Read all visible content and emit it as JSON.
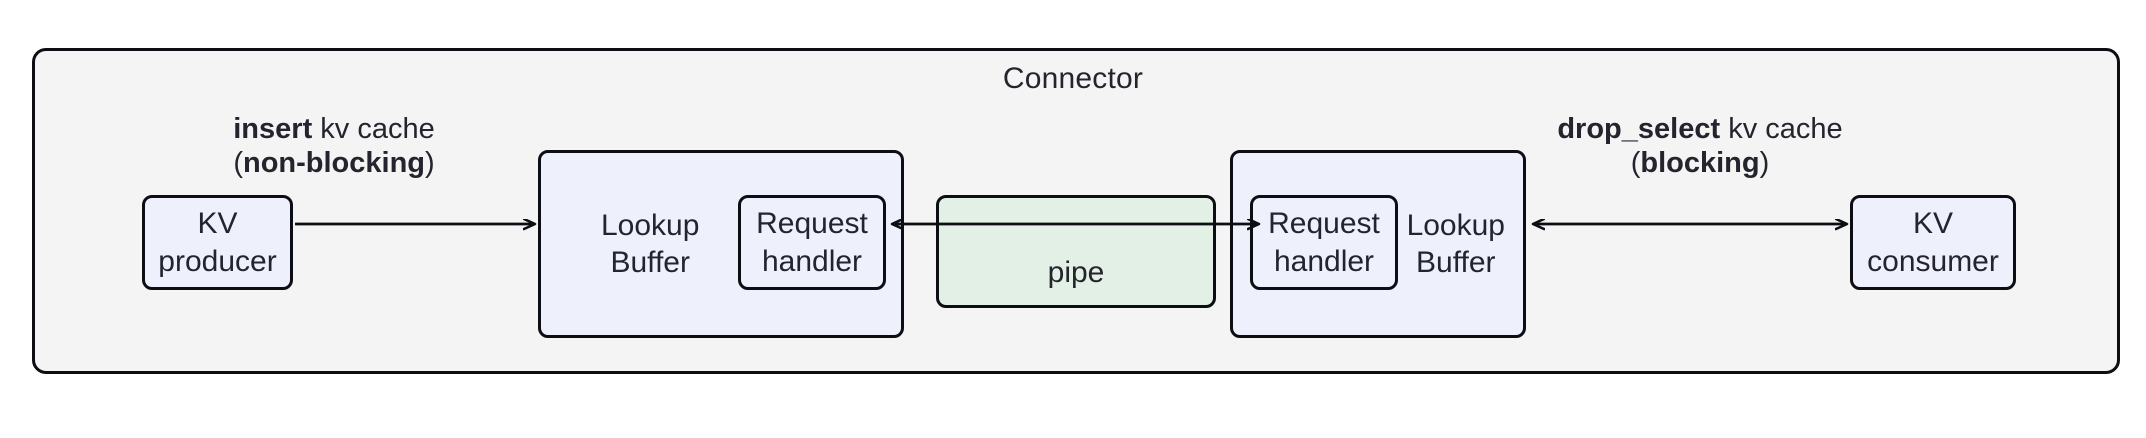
{
  "diagram": {
    "container": {
      "title": "Connector",
      "fill": "#f4f4f4",
      "stroke": "#0d0d14"
    },
    "colors": {
      "node_fill": "#eef1fc",
      "pipe_fill": "#e3f0e5",
      "stroke": "#0d0d14",
      "text": "#24242e"
    },
    "nodes": {
      "kv_producer": {
        "line1": "KV",
        "line2": "producer"
      },
      "lookup_buffer_left": {
        "line1": "Lookup",
        "line2": "Buffer"
      },
      "request_handler_left": {
        "line1": "Request",
        "line2": "handler"
      },
      "pipe": {
        "label": "pipe"
      },
      "request_handler_right": {
        "line1": "Request",
        "line2": "handler"
      },
      "lookup_buffer_right": {
        "line1": "Lookup",
        "line2": "Buffer"
      },
      "kv_consumer": {
        "line1": "KV",
        "line2": "consumer"
      }
    },
    "edges": {
      "insert": {
        "strong": "insert",
        "rest": " kv cache",
        "paren_open": "(",
        "paren_strong": "non-blocking",
        "paren_close": ")",
        "direction": "right"
      },
      "pipe_edge": {
        "direction": "bidirectional"
      },
      "drop_select": {
        "strong": "drop_select",
        "rest": " kv cache",
        "paren_open": "(",
        "paren_strong": "blocking",
        "paren_close": ")",
        "direction": "bidirectional"
      }
    }
  }
}
